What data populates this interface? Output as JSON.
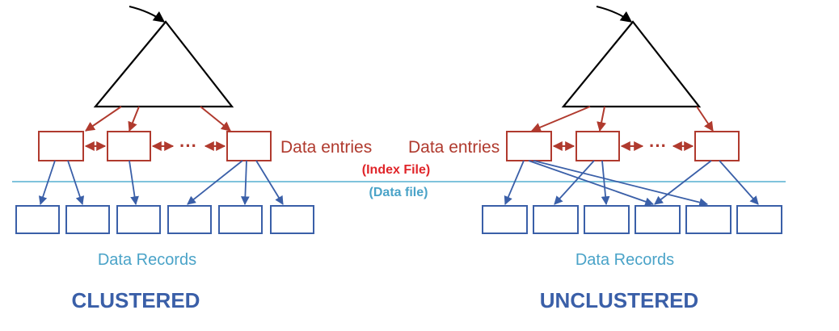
{
  "labels": {
    "data_entries_left": "Data entries",
    "data_entries_right": "Data entries",
    "index_file": "(Index File)",
    "data_file": "(Data file)",
    "data_records_left": "Data Records",
    "data_records_right": "Data Records",
    "clustered_title": "CLUSTERED",
    "unclustered_title": "UNCLUSTERED",
    "ellipsis": "···"
  },
  "colors": {
    "index": "#b03a2e",
    "data": "#3a5fa8",
    "divider": "#7fc3dc",
    "tree": "#000000"
  }
}
